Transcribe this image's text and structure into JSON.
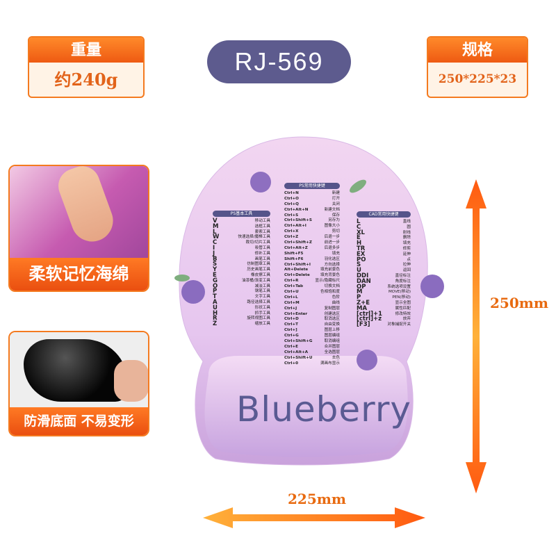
{
  "weight": {
    "label": "重量",
    "value": "约240g"
  },
  "model": "RJ-569",
  "spec": {
    "label": "规格",
    "value": "250*225*23"
  },
  "features": [
    {
      "label": "柔软记忆海绵"
    },
    {
      "label": "防滑底面 不易变形"
    }
  ],
  "dimensions": {
    "height": "250mm",
    "width": "225mm"
  },
  "brand_text": "Blueberry",
  "colors": {
    "orange": "#f47a1f",
    "purple": "#5d5b8e",
    "pad": "#e9c8ef"
  },
  "ps_basic": {
    "title": "PS基本工具",
    "rows": [
      [
        "V",
        "移动工具"
      ],
      [
        "M",
        "选框工具"
      ],
      [
        "L",
        "套索工具"
      ],
      [
        "W",
        "快速选择/魔棒工具"
      ],
      [
        "C",
        "裁切/切片工具"
      ],
      [
        "I",
        "吸管工具"
      ],
      [
        "J",
        "修补工具"
      ],
      [
        "B",
        "画笔工具"
      ],
      [
        "S",
        "仿制图章工具"
      ],
      [
        "Y",
        "历史画笔工具"
      ],
      [
        "E",
        "橡皮擦工具"
      ],
      [
        "G",
        "油漆桶/渐变工具"
      ],
      [
        "O",
        "减淡工具"
      ],
      [
        "P",
        "钢笔工具"
      ],
      [
        "T",
        "文字工具"
      ],
      [
        "A",
        "路径选择工具"
      ],
      [
        "U",
        "形状工具"
      ],
      [
        "H",
        "抓手工具"
      ],
      [
        "R",
        "旋转视图工具"
      ],
      [
        "Z",
        "缩放工具"
      ]
    ]
  },
  "ps_common": {
    "title": "PS常用快捷键",
    "rows": [
      [
        "Ctrl+N",
        "新建"
      ],
      [
        "Ctrl+O",
        "打开"
      ],
      [
        "Ctrl+Q",
        "关闭"
      ],
      [
        "Ctrl+Alt+N",
        "新建文档"
      ],
      [
        "Ctrl+S",
        "保存"
      ],
      [
        "Ctrl+Shift+S",
        "另存为"
      ],
      [
        "Ctrl+Alt+I",
        "图像大小"
      ],
      [
        "Ctrl+X",
        "剪切"
      ],
      [
        "Ctrl+Z",
        "后退一步"
      ],
      [
        "Ctrl+Shift+Z",
        "前进一步"
      ],
      [
        "Ctrl+Alt+Z",
        "后退多步"
      ],
      [
        "Shift+F5",
        "填充"
      ],
      [
        "Shift+F6",
        "羽化选区"
      ],
      [
        "Ctrl+Shift+I",
        "方向选择"
      ],
      [
        "Alt+Delete",
        "填充前景色"
      ],
      [
        "Ctrl+Delete",
        "填充背景色"
      ],
      [
        "Ctrl+R",
        "显示/隐藏标尺"
      ],
      [
        "Ctrl+Tab",
        "切换文档"
      ],
      [
        "Ctrl+U",
        "色相饱和度"
      ],
      [
        "Ctrl+L",
        "色阶"
      ],
      [
        "Ctrl+M",
        "曲线"
      ],
      [
        "Ctrl+J",
        "复制图层"
      ],
      [
        "Ctrl+Enter",
        "创建选区"
      ],
      [
        "Ctrl+D",
        "取消选区"
      ],
      [
        "Ctrl+T",
        "自由变换"
      ],
      [
        "Ctrl+]",
        "图层上移"
      ],
      [
        "Ctrl+G",
        "图层编组"
      ],
      [
        "Ctrl+Shift+G",
        "取消编组"
      ],
      [
        "Ctrl+E",
        "合并图层"
      ],
      [
        "Ctrl+Alt+A",
        "全选图层"
      ],
      [
        "Ctrl+Shift+U",
        "去色"
      ],
      [
        "Ctrl+0",
        "满画布显示"
      ]
    ]
  },
  "cad_common": {
    "title": "CAD常用快捷键",
    "rows": [
      [
        "L",
        "直线"
      ],
      [
        "C",
        "圆"
      ],
      [
        "XL",
        "射线"
      ],
      [
        "E",
        "删除"
      ],
      [
        "H",
        "填充"
      ],
      [
        "TR",
        "修剪"
      ],
      [
        "EX",
        "延伸"
      ],
      [
        "PO",
        "点"
      ],
      [
        "S",
        "拉伸"
      ],
      [
        "U",
        "返回"
      ],
      [
        "DDI",
        "直径标注"
      ],
      [
        "DAN",
        "角度标注"
      ],
      [
        "OP",
        "系统选项设置"
      ],
      [
        "M",
        "MOVE(移动)"
      ],
      [
        "P",
        "PEN(移动)"
      ],
      [
        "Z+E",
        "显示全图"
      ],
      [
        "MA",
        "属性匹配"
      ],
      [
        "[ctrl]+1",
        "修改特效"
      ],
      [
        "[ctrl]+z",
        "放弃"
      ],
      [
        "[F3]",
        "对象捕捉开关"
      ]
    ]
  }
}
